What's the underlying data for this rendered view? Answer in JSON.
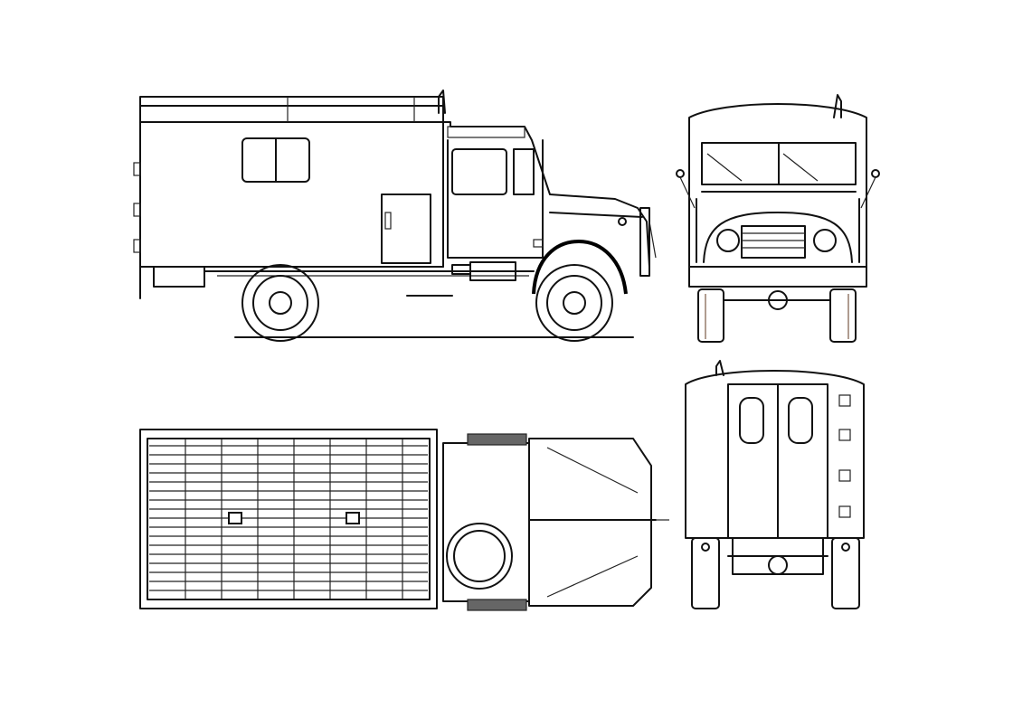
{
  "drawing": {
    "subject": "box-body truck",
    "views": [
      "side",
      "front",
      "top",
      "rear"
    ],
    "line_color": "#111111",
    "background": "#ffffff",
    "accent_tire_color": "#7a5a45"
  }
}
